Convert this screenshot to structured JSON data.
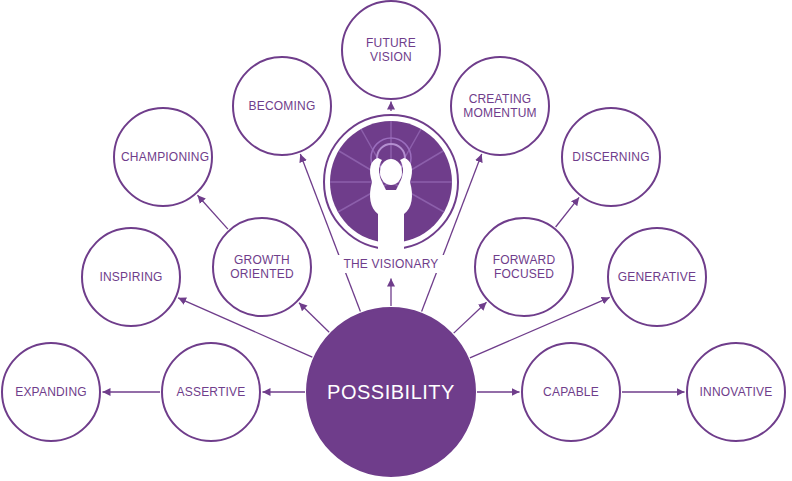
{
  "diagram": {
    "nodes": [
      {
        "text": [
          "FUTURE VISION"
        ]
      },
      {
        "text": [
          "BECOMING"
        ]
      },
      {
        "text": [
          "CREATING MOMENTUM"
        ]
      },
      {
        "text": [
          "CHAMPIONING"
        ]
      },
      {
        "text": [
          "DISCERNING"
        ]
      },
      {
        "text": [
          "THE VISIONARY"
        ]
      },
      {
        "text": [
          "INSPIRING"
        ]
      },
      {
        "text": [
          "GROWTH ORIENTED"
        ]
      },
      {
        "text": [
          "FORWARD FOCUSED"
        ]
      },
      {
        "text": [
          "GENERATIVE"
        ]
      },
      {
        "text": [
          "EXPANDING"
        ]
      },
      {
        "text": [
          "ASSERTIVE"
        ]
      },
      {
        "text": [
          "POSSIBILITY"
        ]
      },
      {
        "text": [
          "CAPABLE"
        ]
      },
      {
        "text": [
          "INNOVATIVE"
        ]
      }
    ],
    "edges": [
      {
        "from": 12,
        "to": 11,
        "arrow": "to"
      },
      {
        "from": 11,
        "to": 10,
        "arrow": "to"
      },
      {
        "from": 12,
        "to": 13,
        "arrow": "to"
      },
      {
        "from": 13,
        "to": 14,
        "arrow": "to"
      },
      {
        "from": 12,
        "to": 6,
        "arrow": "to"
      },
      {
        "from": 12,
        "to": 9,
        "arrow": "to"
      },
      {
        "from": 12,
        "to": 7,
        "arrow": "to"
      },
      {
        "from": 12,
        "to": 8,
        "arrow": "to"
      },
      {
        "from": 7,
        "to": 3,
        "arrow": "to"
      },
      {
        "from": 8,
        "to": 4,
        "arrow": "to"
      },
      {
        "from": 12,
        "to": 1,
        "arrow": "to"
      },
      {
        "from": 12,
        "to": 2,
        "arrow": "to"
      },
      {
        "from": 12,
        "to": 5,
        "arrow": "to"
      },
      {
        "from": 5,
        "to": 0,
        "arrow": "to"
      }
    ]
  }
}
